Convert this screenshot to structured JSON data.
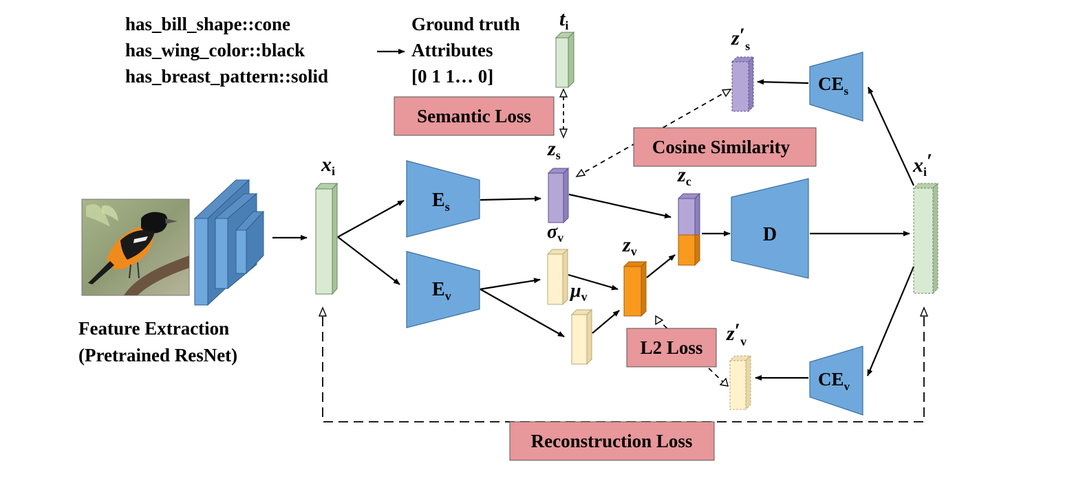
{
  "attributes": {
    "lines": [
      "has_bill_shape::cone",
      "has_wing_color::black",
      "has_breast_pattern::solid"
    ]
  },
  "ground_truth": {
    "line1": "Ground truth",
    "line2": "Attributes",
    "vector": "[0 1 1… 0]"
  },
  "feature_extraction": {
    "line1": "Feature Extraction",
    "line2": "(Pretrained ResNet)"
  },
  "labels": {
    "t_i": {
      "main": "t",
      "sub": "i"
    },
    "x_i": {
      "main": "x",
      "sub": "i"
    },
    "x_i_prime": {
      "main": "x",
      "sub": "i",
      "prime": "′"
    },
    "z_s": {
      "main": "z",
      "sub": "s"
    },
    "z_s_prime": {
      "main": "z",
      "sub": "s",
      "prime": "′"
    },
    "z_v": {
      "main": "z",
      "sub": "v"
    },
    "z_v_prime": {
      "main": "z",
      "sub": "v",
      "prime": "′"
    },
    "z_c": {
      "main": "z",
      "sub": "c"
    },
    "sigma_v": {
      "main": "σ",
      "sub": "v"
    },
    "mu_v": {
      "main": "μ",
      "sub": "v"
    }
  },
  "blocks": {
    "E_s": {
      "main": "E",
      "sub": "s"
    },
    "E_v": {
      "main": "E",
      "sub": "v"
    },
    "D": {
      "main": "D"
    },
    "CE_s": {
      "main": "CE",
      "sub": "s"
    },
    "CE_v": {
      "main": "CE",
      "sub": "v"
    }
  },
  "losses": {
    "semantic": "Semantic Loss",
    "cosine": "Cosine Similarity",
    "l2": "L2 Loss",
    "reconstruction": "Reconstruction Loss"
  },
  "colors": {
    "encoder_blue": "#6fa8dc",
    "encoder_stroke": "#3d6f9f",
    "loss_box": "#e8979a",
    "vector_green": "#d9ead3",
    "vector_purple": "#b4a7d6",
    "vector_cream": "#fff2cc",
    "vector_orange": "#f79a1e"
  }
}
